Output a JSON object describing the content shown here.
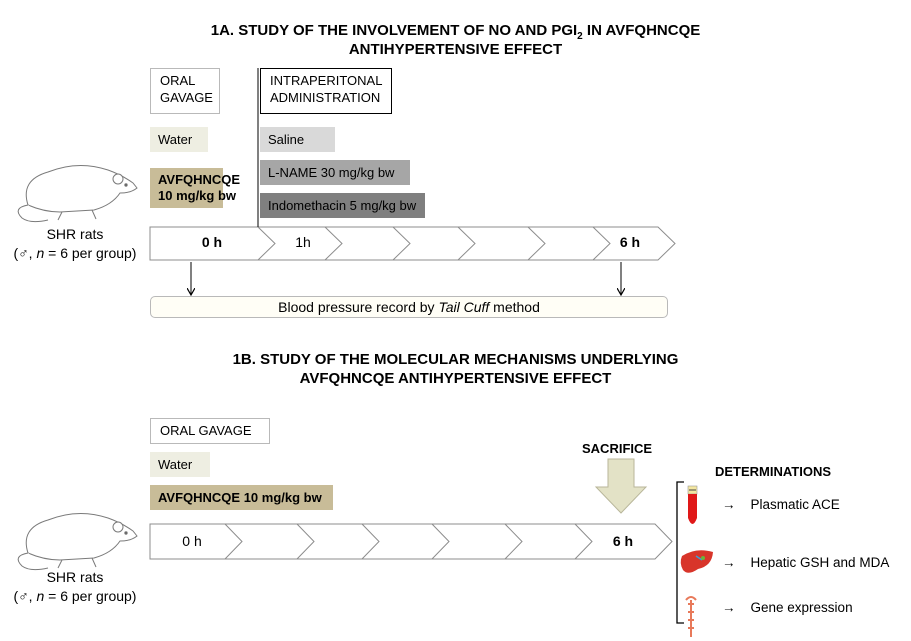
{
  "panel_a": {
    "title_line1_prefix": "1A. STUDY OF THE INVOLVEMENT OF NO AND PGI",
    "title_sub": "2",
    "title_line1_suffix": " IN AVFQHNCQE",
    "title_line2": "ANTIHYPERTENSIVE EFFECT",
    "oral_gavage_label": "ORAL\nGAVAGE",
    "ip_label": "INTRAPERITONAL\nADMINISTRATION",
    "water": "Water",
    "peptide": "AVFQHNCQE\n10 mg/kg bw",
    "saline": "Saline",
    "lname": "L-NAME  30 mg/kg bw",
    "indomethacin": "Indomethacin 5 mg/kg bw",
    "t0": "0 h",
    "t1": "1h",
    "t6": "6 h",
    "rats": "SHR rats",
    "rats_sub_prefix": "(♂, ",
    "rats_sub_n": "n",
    "rats_sub_suffix": " = 6 per group)",
    "bp_prefix": "Blood pressure record by ",
    "bp_italic": "Tail Cuff",
    "bp_suffix": " method"
  },
  "panel_b": {
    "title_line1": "1B. STUDY OF THE MOLECULAR MECHANISMS UNDERLYING",
    "title_line2": "AVFQHNCQE ANTIHYPERTENSIVE EFFECT",
    "oral_gavage_label": "ORAL GAVAGE",
    "water": "Water",
    "peptide": "AVFQHNCQE 10 mg/kg bw",
    "sacrifice": "SACRIFICE",
    "t0": "0 h",
    "t6": "6 h",
    "rats": "SHR rats",
    "rats_sub_prefix": "(♂, ",
    "rats_sub_n": "n",
    "rats_sub_suffix": " = 6 per group)",
    "determinations": "DETERMINATIONS",
    "det_items": [
      "Plasmatic ACE",
      "Hepatic GSH and MDA",
      "Gene expression"
    ],
    "arrow_glyph": "→"
  },
  "colors": {
    "water_fill": "#eeeee2",
    "peptide_fill": "#c8bc98",
    "saline_fill": "#d9d9d9",
    "lname_fill": "#a6a6a6",
    "indo_fill": "#7f7f7f",
    "sacrifice_arrow": "#e3e2c6",
    "liver": "#d8352a",
    "tube": "#e01818"
  }
}
